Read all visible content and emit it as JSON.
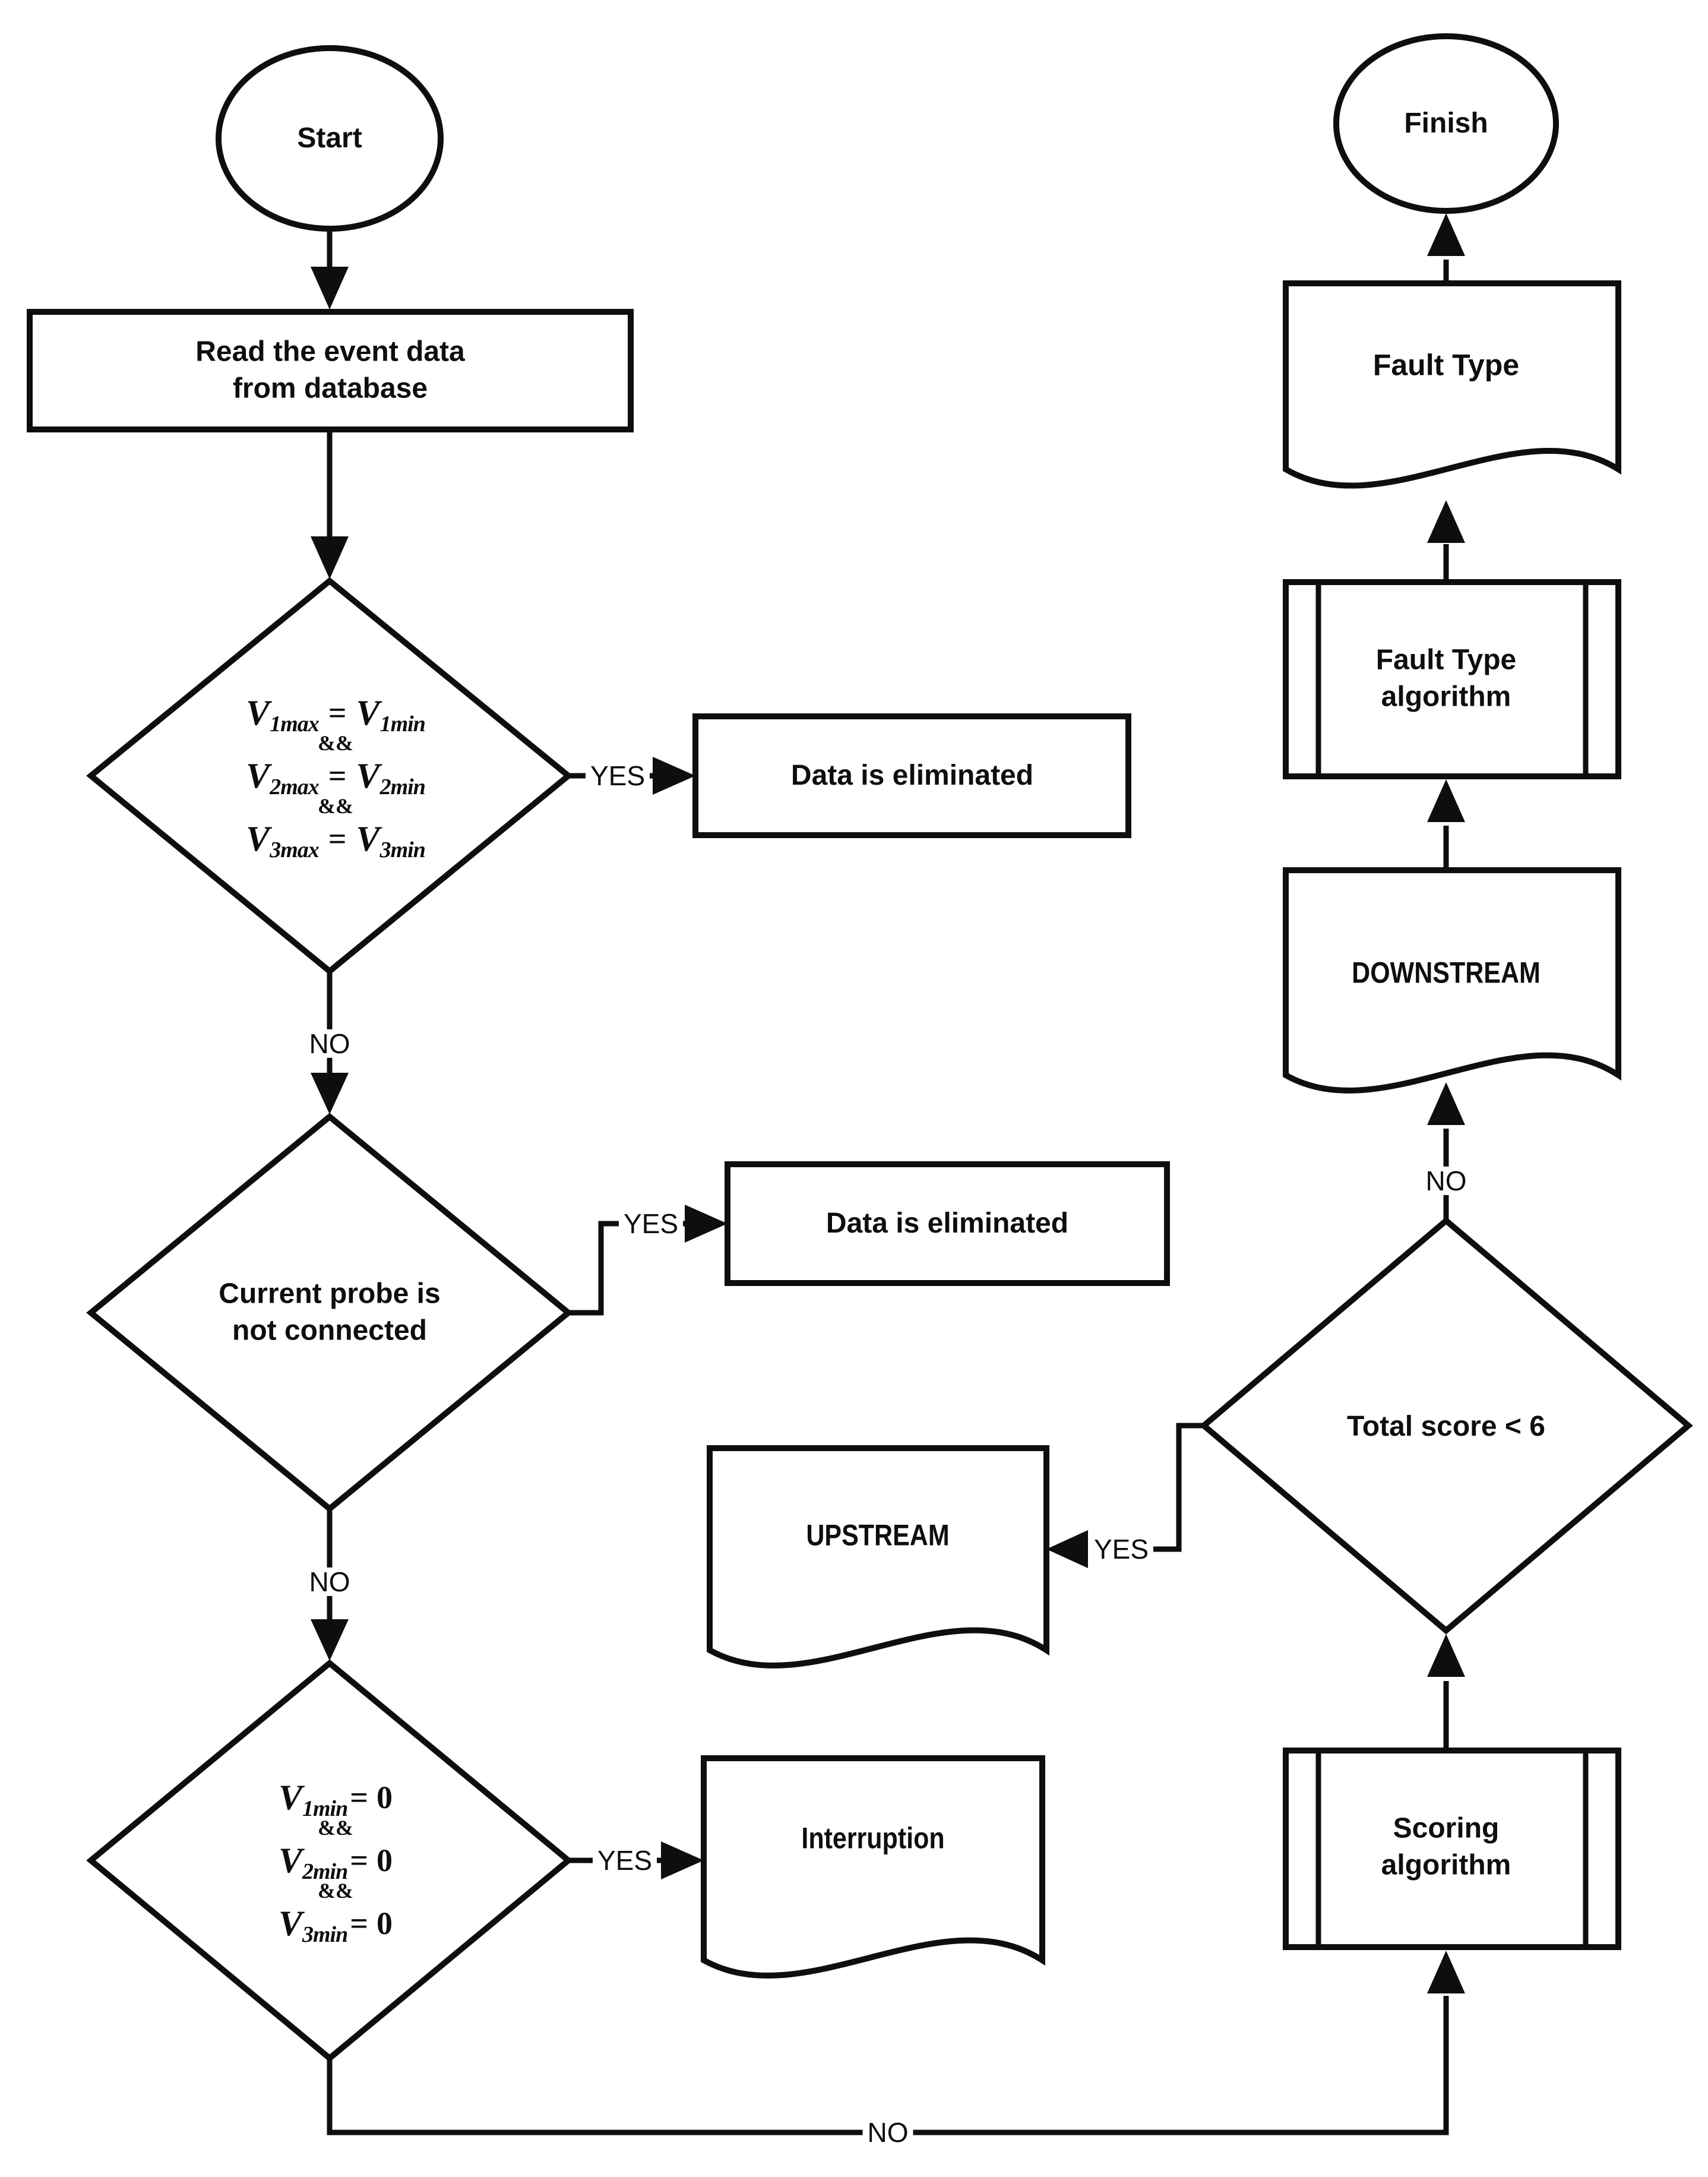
{
  "colors": {
    "stroke": "#0e0e0e",
    "background": "#ffffff"
  },
  "nodes": {
    "start": {
      "label": "Start"
    },
    "read_db": {
      "line1": "Read the event data",
      "line2": "from database"
    },
    "voltage_equal_check": {
      "f1": {
        "base": "V",
        "sub": "1max",
        "op": "=",
        "rbase": "V",
        "rsub": "1min"
      },
      "and1": "&&",
      "f2": {
        "base": "V",
        "sub": "2max",
        "op": "=",
        "rbase": "V",
        "rsub": "2min"
      },
      "and2": "&&",
      "f3": {
        "base": "V",
        "sub": "3max",
        "op": "=",
        "rbase": "V",
        "rsub": "3min"
      }
    },
    "data_eliminated_1": {
      "label": "Data is eliminated"
    },
    "probe_check": {
      "line1": "Current probe is",
      "line2": "not connected"
    },
    "data_eliminated_2": {
      "label": "Data is eliminated"
    },
    "vmin_zero_check": {
      "f1": {
        "base": "V",
        "sub": "1min",
        "op": "=",
        "rhs": "0"
      },
      "and1": "&&",
      "f2": {
        "base": "V",
        "sub": "2min",
        "op": "=",
        "rhs": "0"
      },
      "and2": "&&",
      "f3": {
        "base": "V",
        "sub": "3min",
        "op": "=",
        "rhs": "0"
      }
    },
    "interruption": {
      "label": "Interruption"
    },
    "upstream": {
      "label": "UPSTREAM"
    },
    "total_score_check": {
      "label": "Total score < 6"
    },
    "scoring": {
      "line1": "Scoring",
      "line2": "algorithm"
    },
    "downstream": {
      "label": "DOWNSTREAM"
    },
    "fault_type_algorithm": {
      "line1": "Fault Type",
      "line2": "algorithm"
    },
    "fault_type_doc": {
      "label": "Fault Type"
    },
    "finish": {
      "label": "Finish"
    }
  },
  "edges": {
    "yes1": "YES",
    "no1": "NO",
    "yes2": "YES",
    "no2": "NO",
    "yes3": "YES",
    "no3": "NO",
    "yes4": "YES",
    "no4": "NO"
  }
}
